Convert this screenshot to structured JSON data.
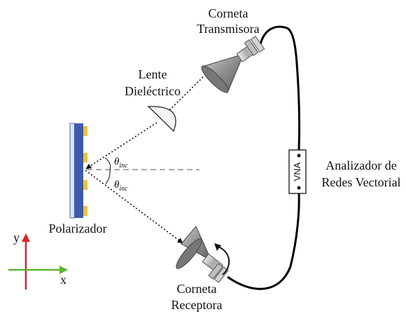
{
  "labels": {
    "tx_line1": "Corneta",
    "tx_line2": "Transmisora",
    "lens_line1": "Lente",
    "lens_line2": "Dieléctrico",
    "vna_short": "VNA",
    "vna_line1": "Analizador de",
    "vna_line2": "Redes Vectorial",
    "polarizer": "Polarizador",
    "rx_line1": "Corneta",
    "rx_line2": "Receptora",
    "theta_top": "θ",
    "theta_top_sub": "inc",
    "theta_bot": "θ",
    "theta_bot_sub": "inc",
    "axis_y": "y",
    "axis_x": "x"
  },
  "colors": {
    "polarizer_substrate": "#3b5bb0",
    "polarizer_edge": "#d8e2f3",
    "polarizer_elements": "#f2c037",
    "axis_y": "#d9222a",
    "axis_x": "#5cb531",
    "horn": "#9a9a9a",
    "cable": "#000000"
  }
}
